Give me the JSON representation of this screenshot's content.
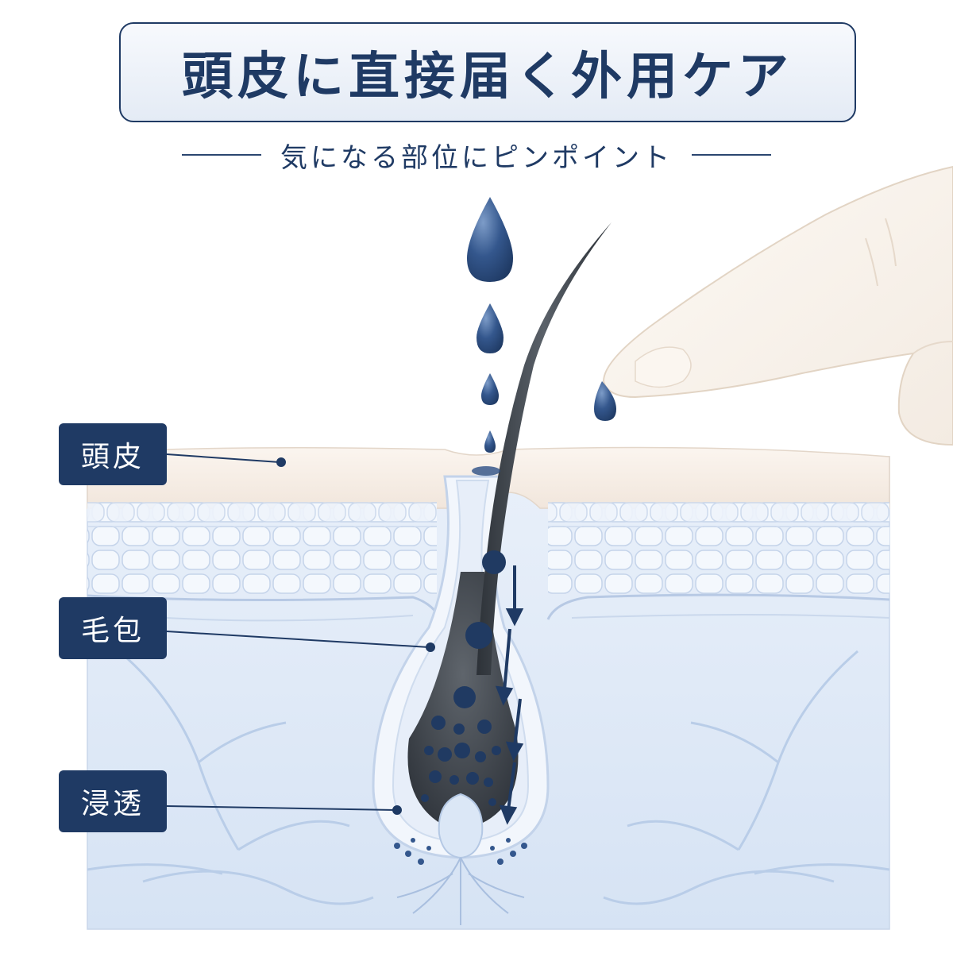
{
  "title": "頭皮に直接届く外用ケア",
  "subtitle": "気になる部位にピンポイント",
  "labels": {
    "scalp": "頭皮",
    "follicle": "毛包",
    "penetration": "浸透"
  },
  "colors": {
    "navy": "#1f3a64",
    "drop_blue": "#2c4f85",
    "skin_layer": "#f7efe7",
    "tissue_blue": "#dde8f6"
  },
  "icons": [
    "water-drop-icon",
    "finger-icon",
    "hair-strand-icon",
    "arrow-down-icon"
  ]
}
